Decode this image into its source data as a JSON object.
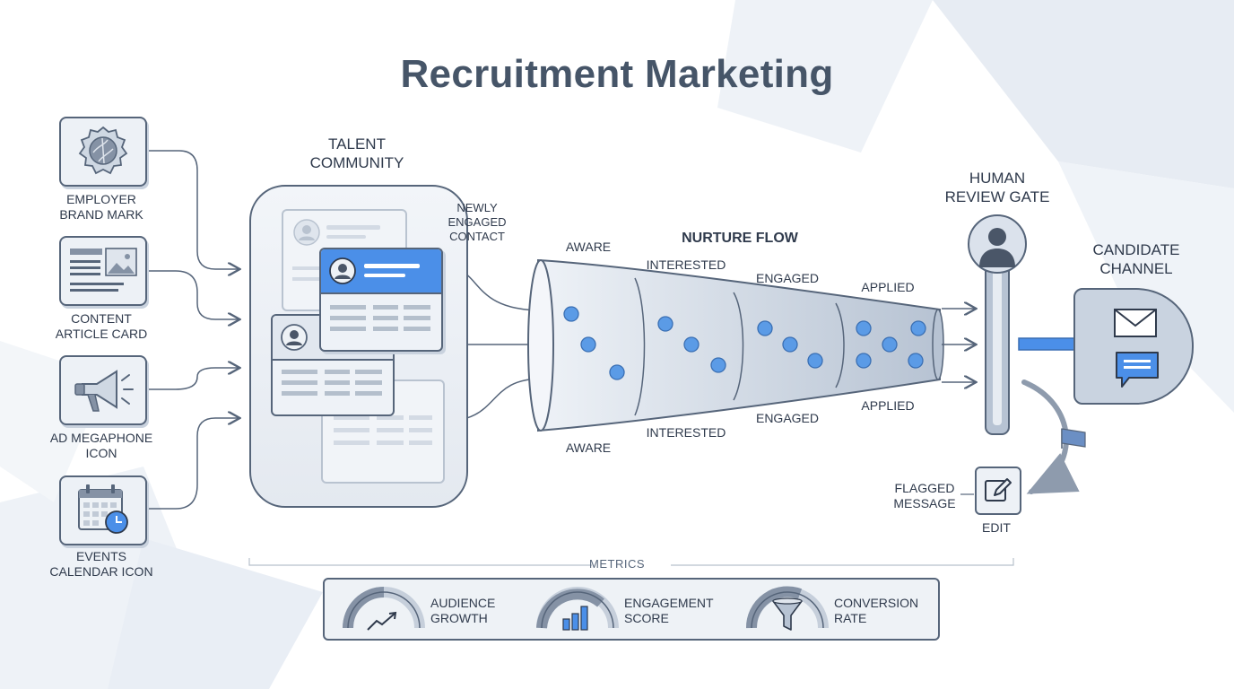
{
  "title": "Recruitment Marketing",
  "sources": [
    {
      "label": "EMPLOYER\nBRAND MARK",
      "icon": "badge-icon"
    },
    {
      "label": "CONTENT\nARTICLE CARD",
      "icon": "article-icon"
    },
    {
      "label": "AD MEGAPHONE\nICON",
      "icon": "megaphone-icon"
    },
    {
      "label": "EVENTS\nCALENDAR ICON",
      "icon": "calendar-icon"
    }
  ],
  "community": {
    "title": "TALENT\nCOMMUNITY",
    "callout": "NEWLY\nENGAGED\nCONTACT"
  },
  "nurture": {
    "title": "NURTURE FLOW",
    "stages_top": [
      "AWARE",
      "INTERESTED",
      "ENGAGED",
      "APPLIED"
    ],
    "stages_bottom": [
      "AWARE",
      "INTERESTED",
      "ENGAGED",
      "APPLIED"
    ]
  },
  "gate": {
    "title": "HUMAN\nREVIEW GATE",
    "flagged": "FLAGGED\nMESSAGE",
    "edit": "EDIT"
  },
  "channel": {
    "title": "CANDIDATE\nCHANNEL",
    "icons": [
      "envelope-icon",
      "chat-bubble-icon"
    ]
  },
  "metrics": {
    "title": "METRICS",
    "items": [
      {
        "label": "AUDIENCE\nGROWTH",
        "icon": "growth-gauge-icon"
      },
      {
        "label": "ENGAGEMENT\nSCORE",
        "icon": "score-gauge-icon"
      },
      {
        "label": "CONVERSION\nRATE",
        "icon": "funnel-gauge-icon"
      }
    ]
  },
  "colors": {
    "accent": "#4b8fe8",
    "ink": "#56657a",
    "title": "#465568",
    "panel": "#edf1f6"
  }
}
